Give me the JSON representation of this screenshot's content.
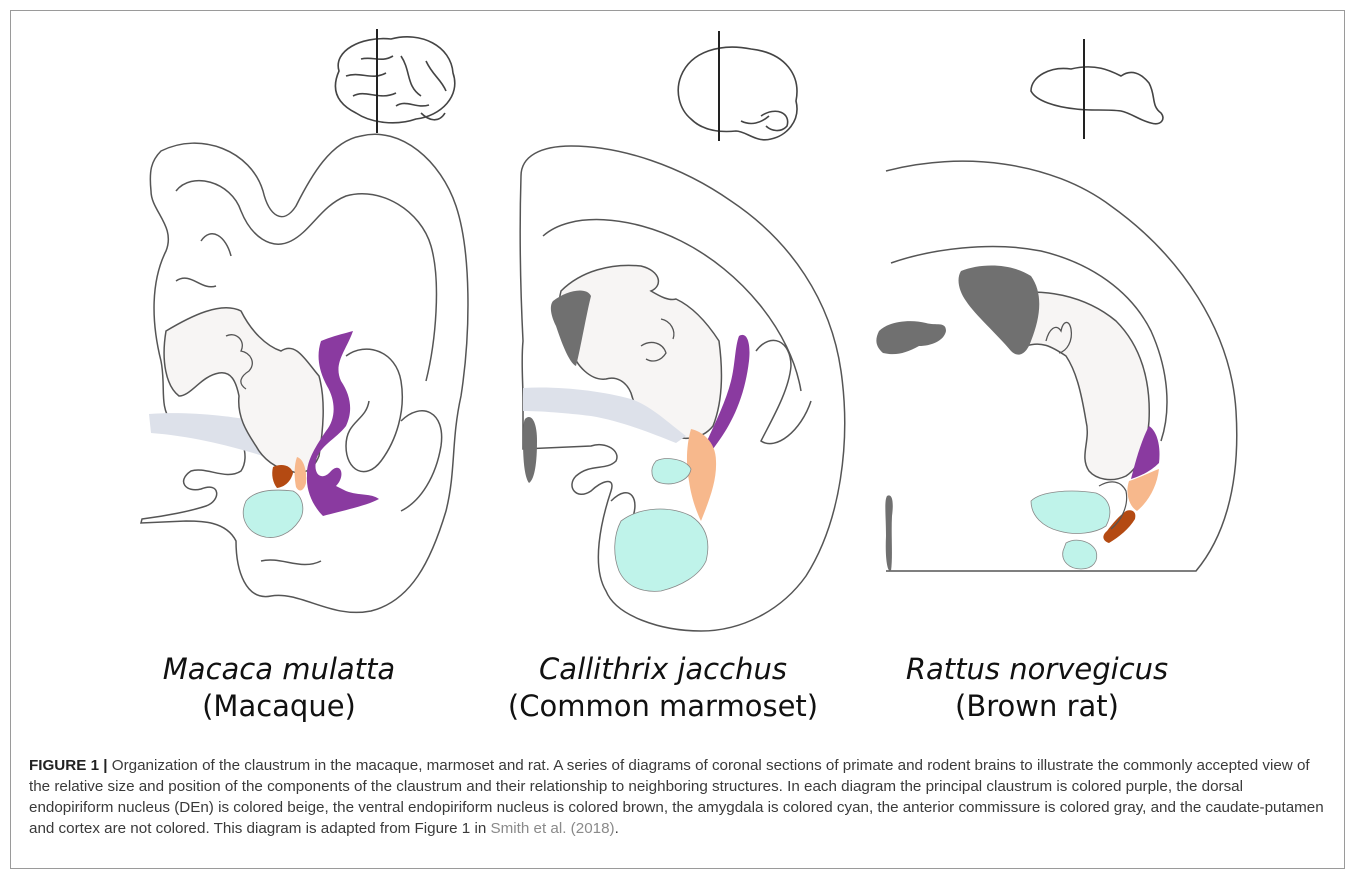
{
  "species": [
    {
      "scientific": "Macaca mulatta",
      "common": "(Macaque)"
    },
    {
      "scientific": "Callithrix jacchus",
      "common": "(Common marmoset)"
    },
    {
      "scientific": "Rattus norvegicus",
      "common": "(Brown rat)"
    }
  ],
  "caption": {
    "label": "FIGURE 1",
    "separator": " | ",
    "text": "Organization of the claustrum in the macaque, marmoset and rat. A series of diagrams of coronal sections of primate and rodent brains to illustrate the commonly accepted view of the relative size and position of the components of the claustrum and their relationship to neighboring structures. In each diagram the principal claustrum is colored purple, the dorsal endopiriform nucleus (DEn) is colored beige, the ventral endopiriform nucleus is colored brown, the amygdala is colored cyan, the anterior commissure is colored gray, and the caudate-putamen and cortex are not colored. This diagram is adapted from Figure 1 in ",
    "reference": "Smith et al. (2018)",
    "end": "."
  },
  "colors": {
    "claustrum": "#8a3aa0",
    "dorsal_endopiriform": "#f7b88c",
    "ventral_endopiriform": "#b44a12",
    "amygdala": "#bff3ea",
    "anterior_commissure": "#707070",
    "caudate_putamen": "#f7f5f4",
    "pathway": "#dde1ea",
    "outline": "#555555"
  }
}
